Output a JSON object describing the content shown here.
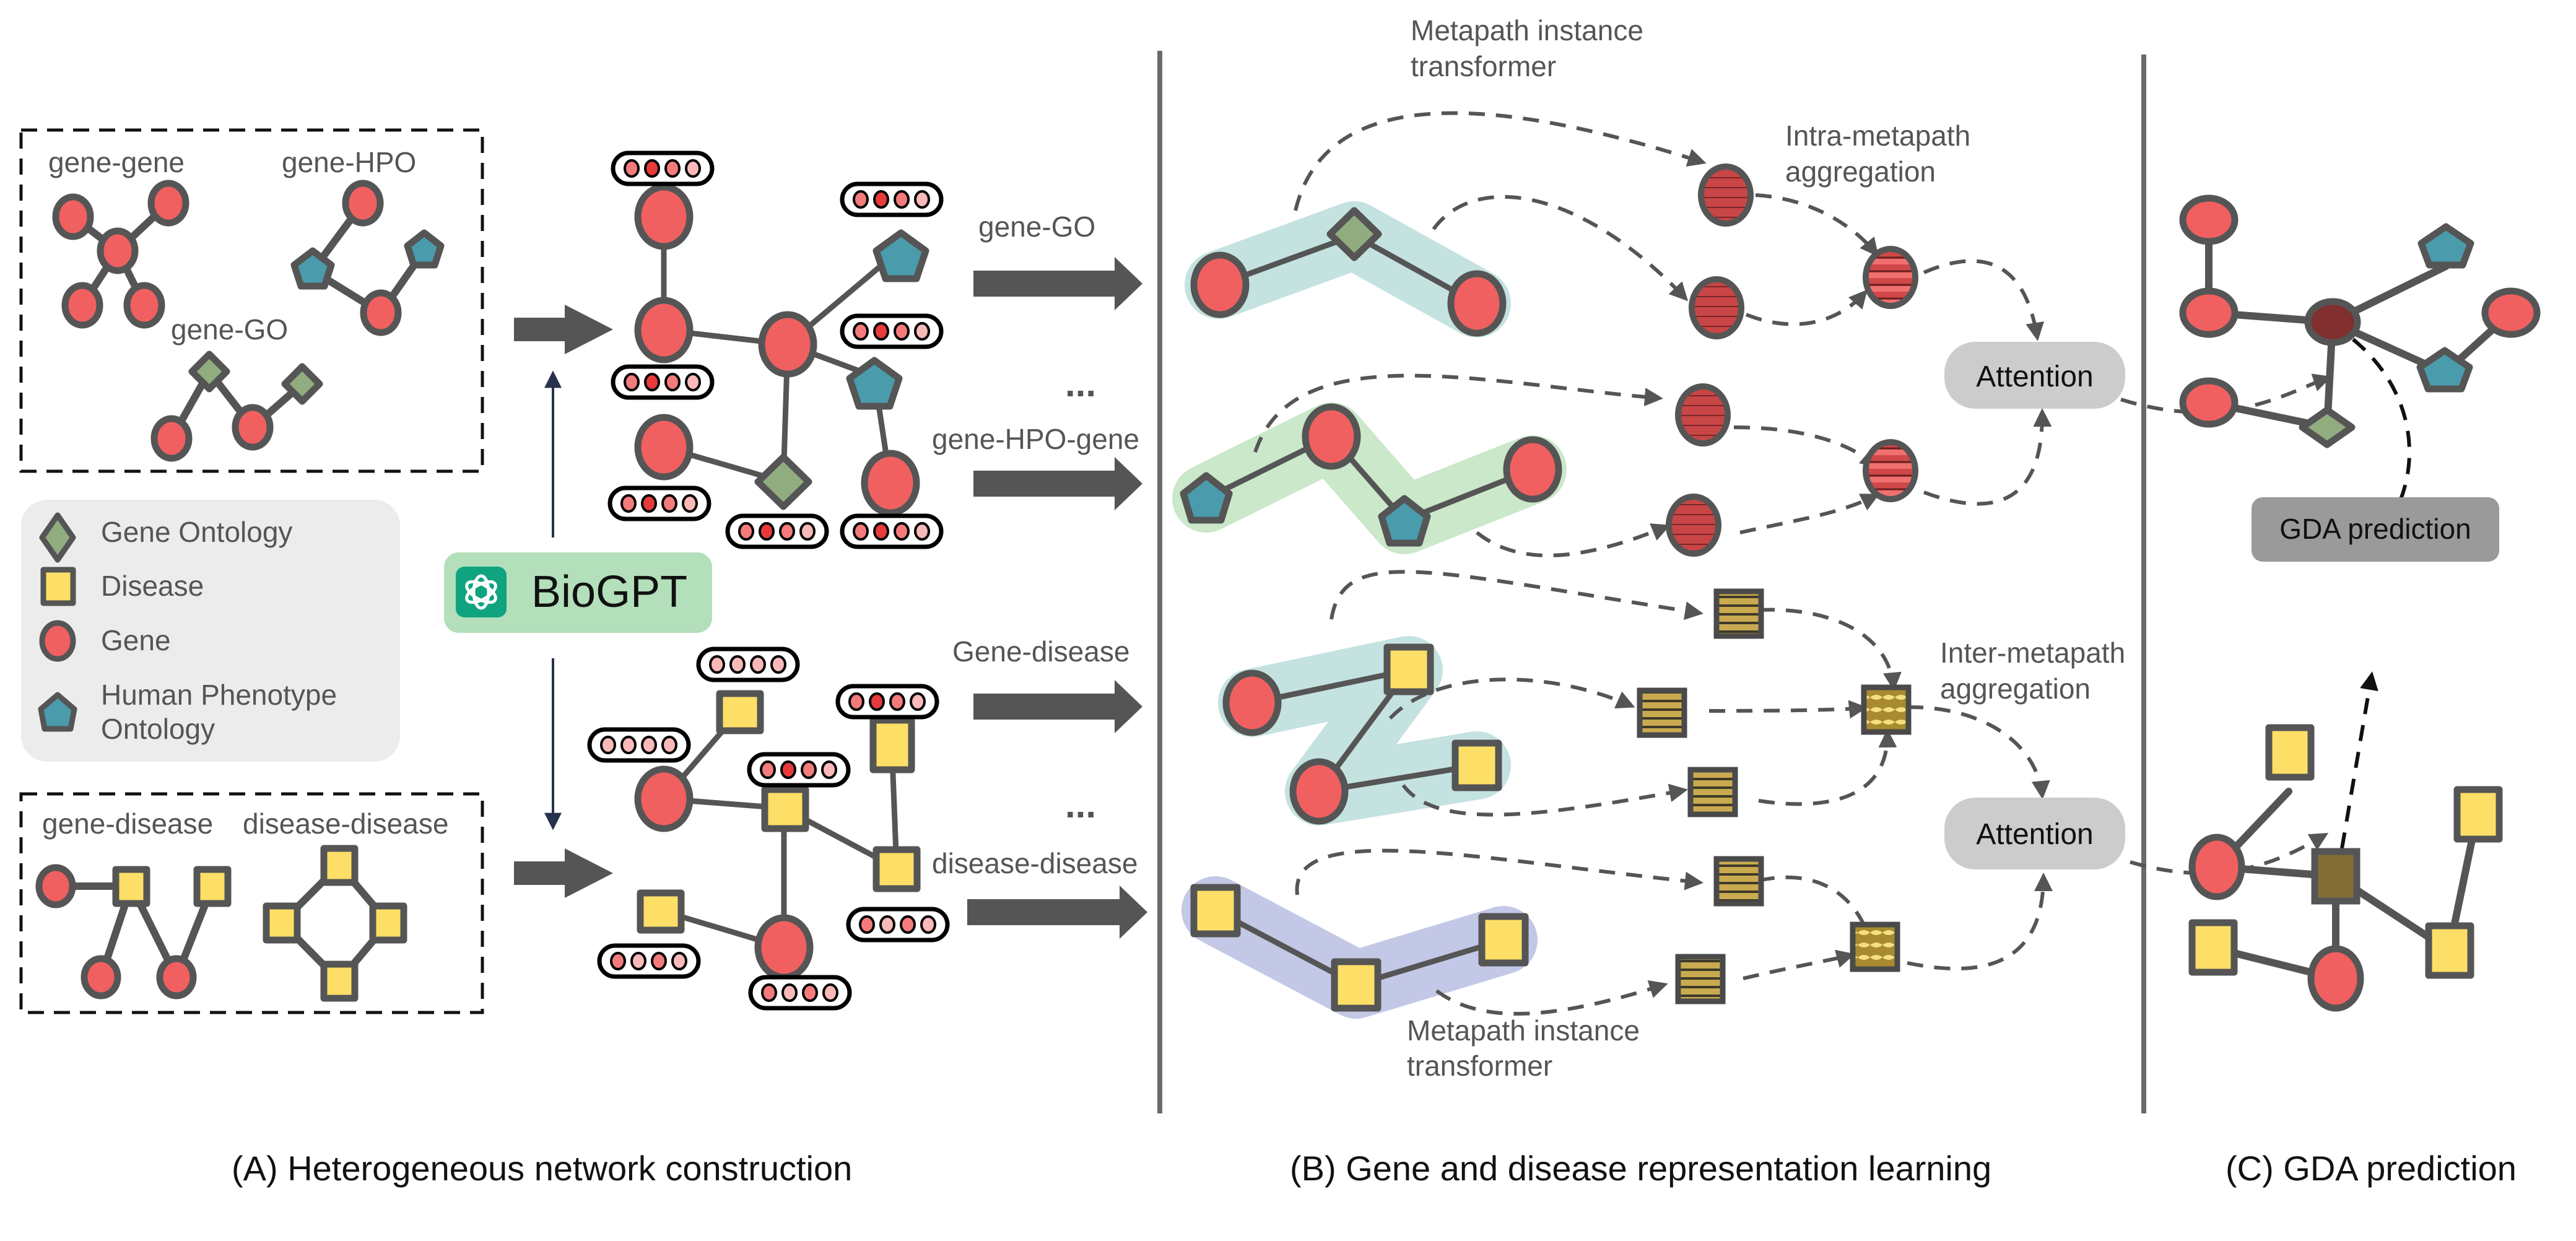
{
  "panel_a": {
    "box_top_labels": {
      "gene_gene": "gene-gene",
      "gene_hpo": "gene-HPO",
      "gene_go": "gene-GO"
    },
    "box_bottom_labels": {
      "gene_disease": "gene-disease",
      "disease_disease": "disease-disease"
    },
    "legend": [
      {
        "shape": "diamond",
        "label": "Gene Ontology"
      },
      {
        "shape": "square",
        "label": "Disease"
      },
      {
        "shape": "circle",
        "label": "Gene"
      },
      {
        "shape": "pentagon",
        "label_line1": "Human Phenotype",
        "label_line2": "Ontology"
      }
    ],
    "llm_box": {
      "label": "BioGPT",
      "icon": "openai-logo-icon"
    },
    "metapath_labels": {
      "gene_go": "gene-GO",
      "gene_hpo_gene": "gene-HPO-gene",
      "gene_disease": "Gene-disease",
      "disease_disease": "disease-disease",
      "ellipsis": "..."
    },
    "caption": "(A) Heterogeneous network construction"
  },
  "panel_b": {
    "transformer_top": {
      "line1": "Metapath instance",
      "line2": "transformer"
    },
    "transformer_bottom": {
      "line1": "Metapath instance",
      "line2": "transformer"
    },
    "intra_label": {
      "line1": "Intra-metapath",
      "line2": "aggregation"
    },
    "inter_label": {
      "line1": "Inter-metapath",
      "line2": "aggregation"
    },
    "attention_top": "Attention",
    "attention_bottom": "Attention",
    "caption": "(B) Gene and disease representation learning"
  },
  "panel_c": {
    "prediction_box": "GDA prediction",
    "caption": "(C) GDA prediction"
  },
  "colors": {
    "gene": "#f06060",
    "disease": "#fddf67",
    "gene_ontology": "#91ad80",
    "hpo": "#4a9bab",
    "edge": "#555555",
    "biogpt_bg": "#b3dfbb",
    "biogpt_icon": "#10a37f",
    "legend_bg": "#ececec",
    "attention_bg": "#cccccc",
    "prediction_bg": "#9a9a9a",
    "gene_embedding": "#812f2f",
    "disease_embedding": "#826f35"
  }
}
